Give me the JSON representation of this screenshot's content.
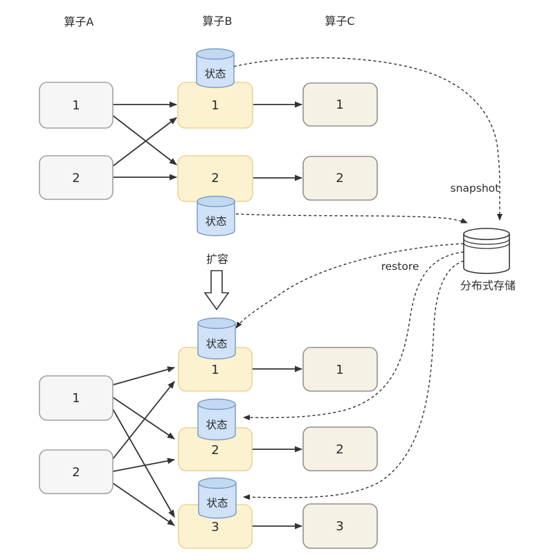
{
  "diagram": {
    "labels": {
      "operator_a": "算子A",
      "operator_b": "算子B",
      "operator_c": "算子C",
      "state": "状态",
      "scale_out": "扩容",
      "snapshot": "snapshot",
      "restore": "restore",
      "storage": "分布式存储"
    },
    "before": {
      "operator_a_tasks": [
        "1",
        "2"
      ],
      "operator_b_tasks": [
        "1",
        "2"
      ],
      "operator_c_tasks": [
        "1",
        "2"
      ]
    },
    "after": {
      "operator_a_tasks": [
        "1",
        "2"
      ],
      "operator_b_tasks": [
        "1",
        "2",
        "3"
      ],
      "operator_c_tasks": [
        "1",
        "2",
        "3"
      ]
    },
    "colors": {
      "operator_a_fill": "#f6f6f6",
      "operator_a_stroke": "#a0a0a0",
      "operator_b_fill": "#fdf2cf",
      "operator_b_stroke": "#e9d398",
      "operator_c_fill": "#f5f1e4",
      "operator_c_stroke": "#8f8f8f",
      "state_fill": "#cfe2f7",
      "state_stroke": "#7d9bc8",
      "line": "#333333",
      "background": "#ffffff"
    }
  }
}
